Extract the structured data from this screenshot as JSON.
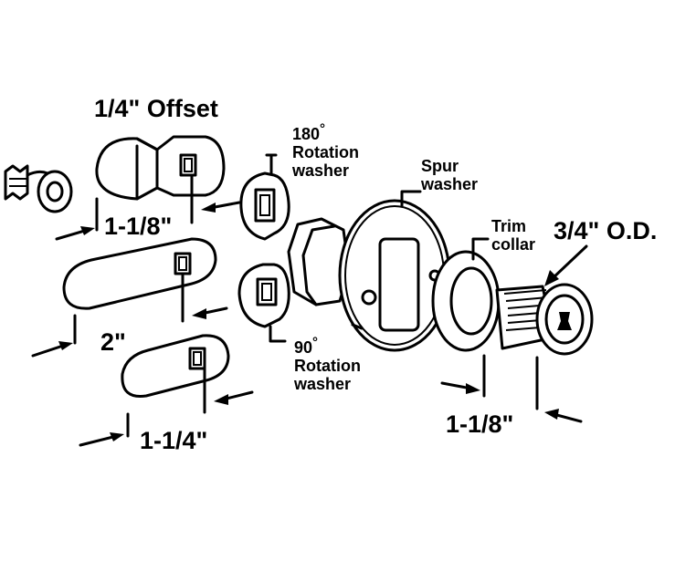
{
  "labels": {
    "offset_title": "1/4\" Offset",
    "dim_offset_cam": "1-1/8\"",
    "dim_straight_cam": "2\"",
    "dim_short_cam": "1-1/4\"",
    "rotation_180_deg": "180",
    "rotation_180_line1": "Rotation",
    "rotation_180_line2": "washer",
    "rotation_90_deg": "90",
    "rotation_90_line1": "Rotation",
    "rotation_90_line2": "washer",
    "spur_line1": "Spur",
    "spur_line2": "washer",
    "trim_line1": "Trim",
    "trim_line2": "collar",
    "od_label": "3/4\" O.D.",
    "dim_cylinder": "1-1/8\""
  },
  "degree_symbol": "°",
  "colors": {
    "ink": "#000000",
    "paper": "#ffffff"
  }
}
